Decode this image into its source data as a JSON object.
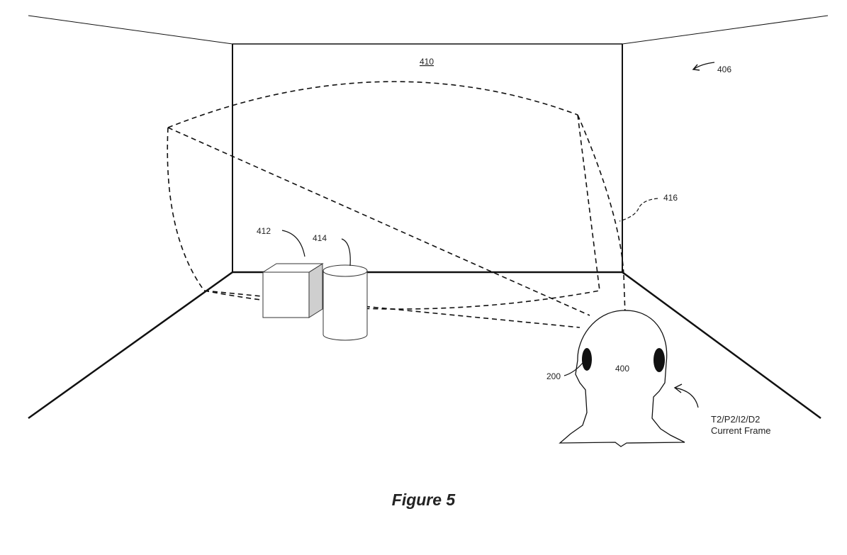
{
  "figure": {
    "caption": "Figure 5"
  },
  "labels": {
    "room": "406",
    "back_wall": "410",
    "box": "412",
    "cylinder": "414",
    "field_of_view": "416",
    "listener": "400",
    "headphones": "200",
    "frame_line1": "T2/P2/I2/D2",
    "frame_line2": "Current Frame"
  },
  "colors": {
    "line": "#111111",
    "box_shade": "#cfcfcf",
    "earcup": "#111111"
  }
}
